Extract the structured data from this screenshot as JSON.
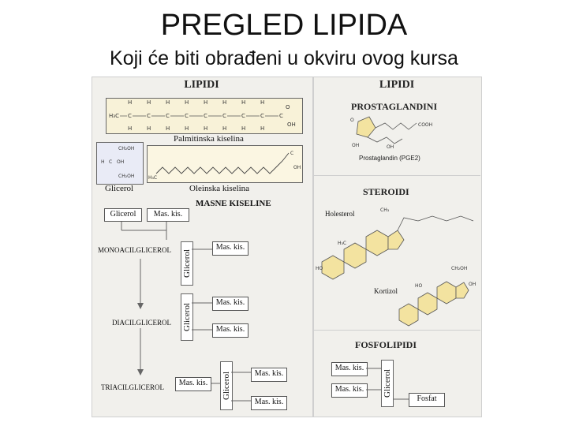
{
  "slide": {
    "title": "PREGLED LIPIDA",
    "subtitle": "Koji će biti obrađeni u okviru ovog kursa"
  },
  "left": {
    "header": "LIPIDI",
    "palmitic_label": "Palmitinska kiselina",
    "glycerol_label": "Glicerol",
    "oleic_label": "Oleinska kiselina",
    "fatty_acids_header": "MASNE KISELINE",
    "glycerol_box": "Glicerol",
    "fa_box": "Mas. kis.",
    "mono_label": "MONOACILGLICEROL",
    "di_label": "DIACILGLICEROL",
    "tri_label": "TRIACILGLICEROL",
    "glicerol_vertical": "Glicerol",
    "fa_label_mono": "Mas. kis.",
    "fa_label_di_1": "Mas. kis.",
    "fa_label_di_2": "Mas. kis.",
    "fa_label_tri_1": "Mas. kis.",
    "fa_label_tri_2": "Mas. kis.",
    "fa_label_tri_3": "Mas. kis."
  },
  "right": {
    "header": "LIPIDI",
    "prostaglandins": "PROSTAGLANDINI",
    "prostaglandin_caption": "Prostaglandin (PGE2)",
    "steroids": "STEROIDI",
    "cholesterol": "Holesterol",
    "cortisol": "Kortizol",
    "phospholipids": "FOSFOLIPIDI",
    "phos_fa_1": "Mas. kis.",
    "phos_fa_2": "Mas. kis.",
    "phos_glycerol": "Glicerol",
    "phosphate": "Fosfat"
  }
}
